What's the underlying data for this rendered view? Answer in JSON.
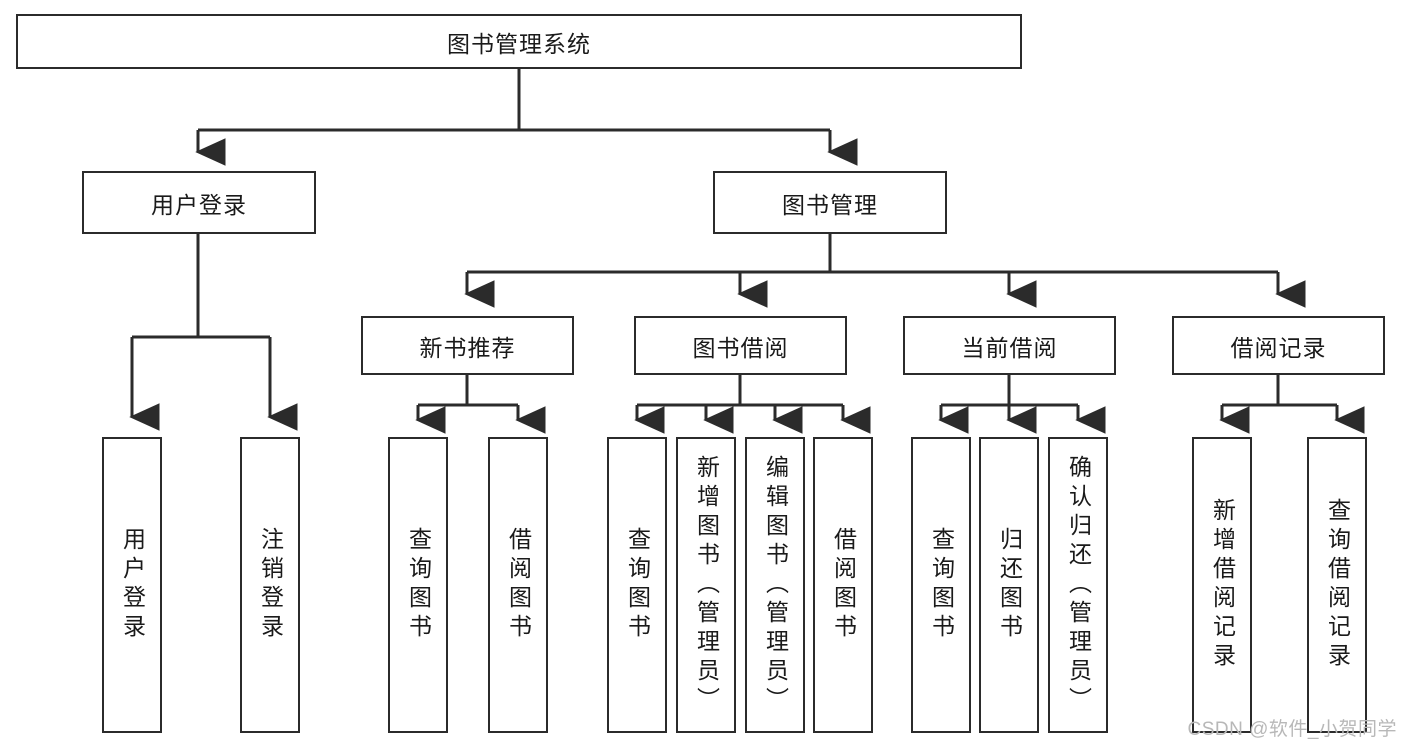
{
  "diagram": {
    "title": "图书管理系统",
    "type": "tree-hierarchy-diagram",
    "colors": {
      "box_stroke": "#2b2b2b",
      "box_fill": "#ffffff",
      "connector": "#2b2b2b",
      "text": "#1a1a1a",
      "watermark": "#b8b8b8"
    },
    "root": {
      "label": "图书管理系统"
    },
    "level2": [
      {
        "label": "用户登录"
      },
      {
        "label": "图书管理"
      }
    ],
    "level3": [
      {
        "label": "新书推荐"
      },
      {
        "label": "图书借阅"
      },
      {
        "label": "当前借阅"
      },
      {
        "label": "借阅记录"
      }
    ],
    "leaves": {
      "user_login": [
        {
          "label": "用户登录"
        },
        {
          "label": "注销登录"
        }
      ],
      "new_book_recommend": [
        {
          "label": "查询图书"
        },
        {
          "label": "借阅图书"
        }
      ],
      "book_borrow": [
        {
          "label": "查询图书"
        },
        {
          "label": "新增图书（管理员）"
        },
        {
          "label": "编辑图书（管理员）"
        },
        {
          "label": "借阅图书"
        }
      ],
      "current_borrow": [
        {
          "label": "查询图书"
        },
        {
          "label": "归还图书"
        },
        {
          "label": "确认归还（管理员）"
        }
      ],
      "borrow_record": [
        {
          "label": "新增借阅记录"
        },
        {
          "label": "查询借阅记录"
        }
      ]
    }
  },
  "watermark": {
    "text": "CSDN @软件_小贺同学"
  }
}
